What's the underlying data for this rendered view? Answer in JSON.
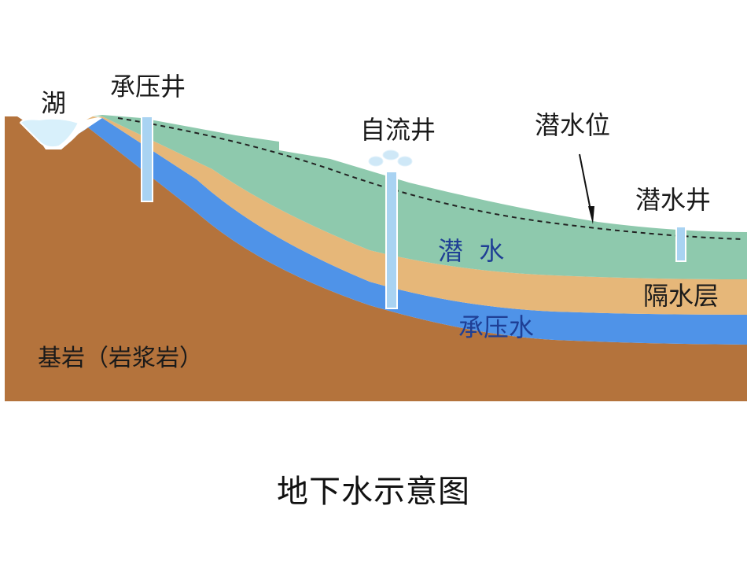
{
  "labels": {
    "lake": "湖",
    "confined_well": "承压井",
    "artesian_well": "自流井",
    "water_table": "潜水位",
    "phreatic_well": "潜水井",
    "phreatic_water": "潜  水",
    "aquiclude": "隔水层",
    "confined_water": "承压水",
    "bedrock": "基岩（岩浆岩）"
  },
  "caption": "地下水示意图",
  "colors": {
    "bedrock": "#b4733c",
    "phreatic_layer": "#8ec9ad",
    "aquiclude_layer": "#e6b779",
    "confined_layer": "#4f93e8",
    "lake": "#d8f0fb",
    "well": "#a9d3f2",
    "blue_text": "#1f3f95"
  }
}
